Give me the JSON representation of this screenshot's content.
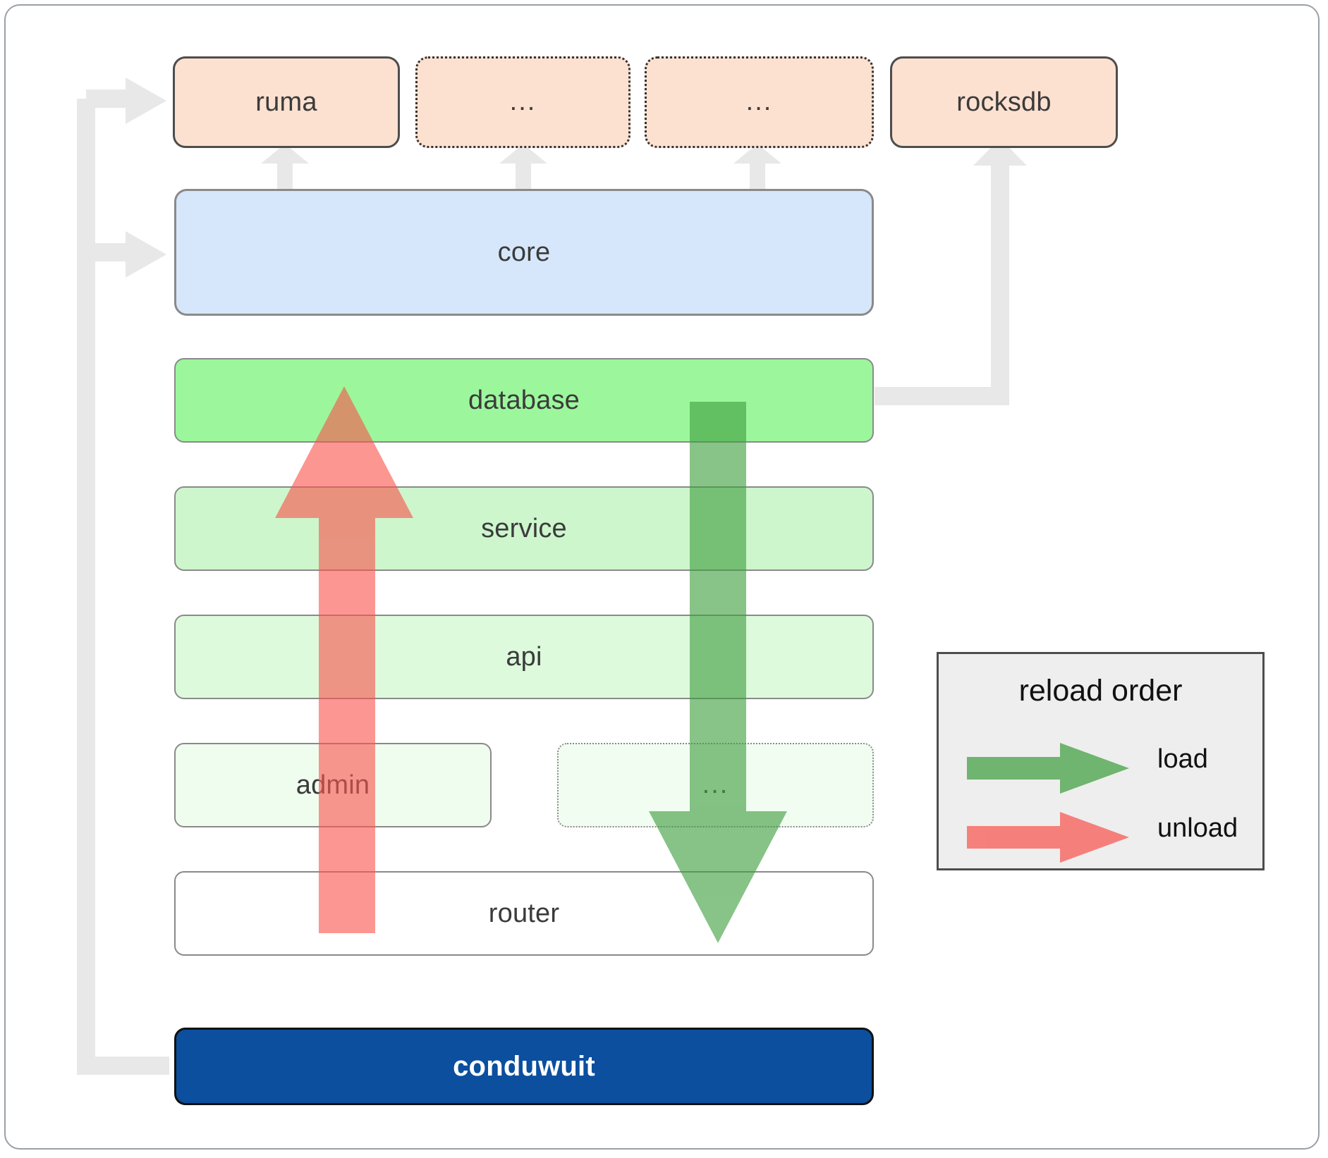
{
  "diagram": {
    "title": "conduwuit crate layer / reload order diagram",
    "dependencies": [
      {
        "label": "ruma",
        "style": "solid"
      },
      {
        "label": "...",
        "style": "dotted"
      },
      {
        "label": "...",
        "style": "dotted"
      },
      {
        "label": "rocksdb",
        "style": "solid"
      }
    ],
    "layers": [
      {
        "label": "core",
        "color": "#d6e7fb"
      },
      {
        "label": "database",
        "color": "#9cf79c"
      },
      {
        "label": "service",
        "color": "#cdf6cd"
      },
      {
        "label": "api",
        "color": "#ddfadd"
      },
      {
        "label": "admin",
        "color": "#effdef"
      },
      {
        "label": "...",
        "color": "#f2fdf2"
      },
      {
        "label": "router",
        "color": "#ffffff"
      }
    ],
    "binary": {
      "label": "conduwuit",
      "color": "#0b4f9e",
      "text_color": "#ffffff"
    }
  },
  "legend": {
    "title": "reload order",
    "entries": [
      {
        "label": "load",
        "color": "#5cb85c"
      },
      {
        "label": "unload",
        "color": "#fa8282"
      }
    ]
  },
  "colors": {
    "dependency_fill": "#fde1d0",
    "dependency_border": "#4d4d4d",
    "frame_border": "#9aa0a6",
    "dep_arrow": "#e8e8e8",
    "load_arrow": "#5cb85c",
    "unload_arrow": "#fa8282",
    "legend_bg": "#eeeeee"
  }
}
